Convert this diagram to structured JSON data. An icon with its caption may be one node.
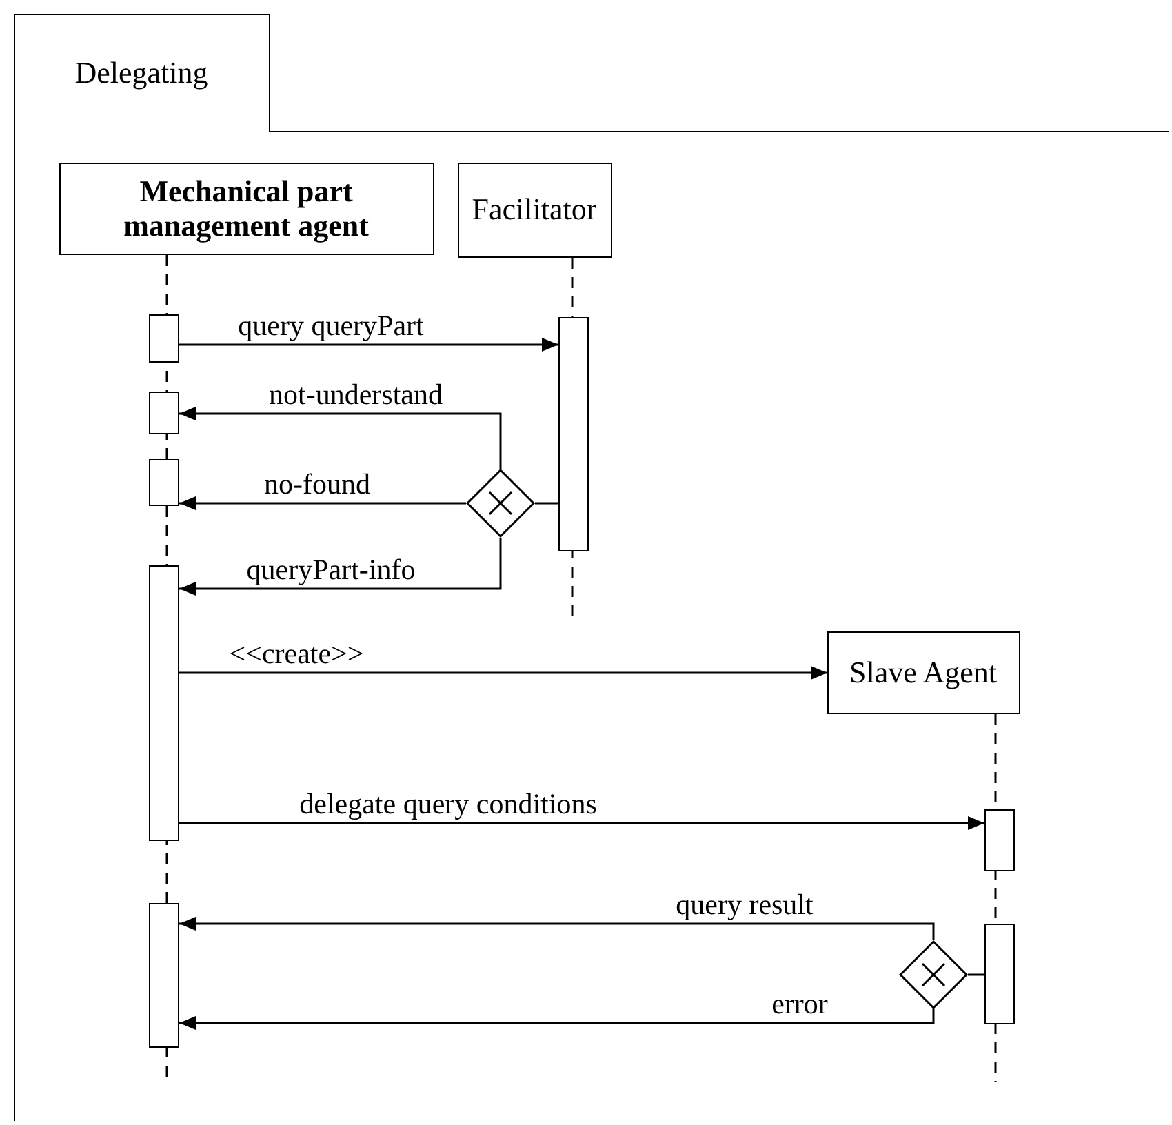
{
  "diagram": {
    "nodes": [
      {
        "text": [
          "Delegating"
        ]
      },
      {
        "text": [
          "Mechanical part management agent"
        ],
        "in": 0
      },
      {
        "text": [
          "Facilitator"
        ],
        "in": 0
      },
      {
        "text": [],
        "shape": "bar",
        "in": 0
      },
      {
        "text": [],
        "shape": "bar",
        "in": 0
      },
      {
        "text": [],
        "shape": "bar",
        "in": 0
      },
      {
        "text": [],
        "shape": "diamond",
        "in": 0
      },
      {
        "text": [],
        "shape": "bar",
        "in": 0
      },
      {
        "text": [],
        "shape": "bar",
        "in": 0
      },
      {
        "text": [
          "Slave Agent"
        ],
        "in": 0
      },
      {
        "text": [],
        "shape": "bar",
        "in": 0
      },
      {
        "text": [],
        "shape": "bar",
        "in": 0
      },
      {
        "text": [],
        "shape": "diamond",
        "in": 0
      },
      {
        "text": [],
        "shape": "bar",
        "in": 0
      }
    ],
    "edges": [
      {
        "from": 3,
        "to": 4,
        "arrow": "to",
        "label": "query queryPart"
      },
      {
        "from": 6,
        "to": 5,
        "arrow": "to",
        "label": "not-understand"
      },
      {
        "from": 6,
        "to": 7,
        "arrow": "to",
        "label": "no-found"
      },
      {
        "from": 6,
        "to": 8,
        "arrow": "to",
        "label": "queryPart-info"
      },
      {
        "from": 4,
        "to": 6,
        "arrow": "none"
      },
      {
        "from": 8,
        "to": 9,
        "arrow": "to",
        "label": "<<create>>"
      },
      {
        "from": 8,
        "to": 10,
        "arrow": "to",
        "label": "delegate query conditions"
      },
      {
        "from": 12,
        "to": 11,
        "arrow": "to",
        "label": "query result"
      },
      {
        "from": 12,
        "to": 11,
        "arrow": "to",
        "label": "error"
      },
      {
        "from": 13,
        "to": 12,
        "arrow": "none"
      }
    ]
  }
}
